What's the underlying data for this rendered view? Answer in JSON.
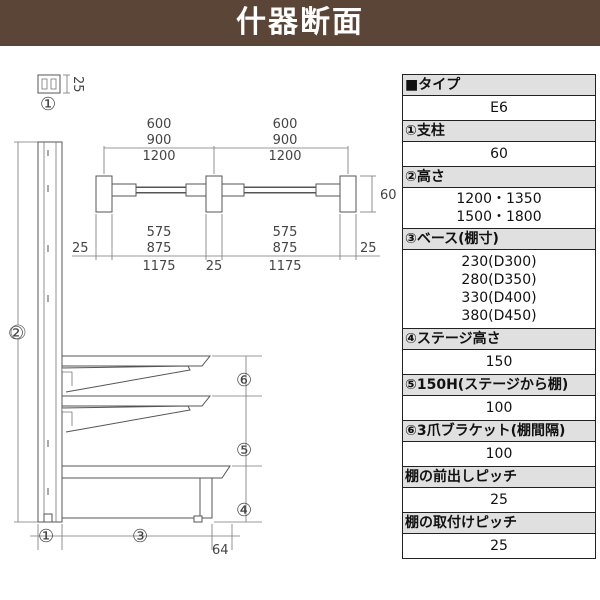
{
  "title": "什器断面",
  "diagram": {
    "post_width": "25",
    "top_widths": [
      "600",
      "900",
      "1200"
    ],
    "bottom_widths": [
      "575",
      "875",
      "1175"
    ],
    "depth_60": "60",
    "end_offset": "25",
    "mid_offset": "25",
    "base_extra": "64",
    "markers": [
      "①",
      "②",
      "③",
      "④",
      "⑤",
      "⑥"
    ]
  },
  "spec": [
    {
      "label": "■タイプ",
      "values": [
        "E6"
      ]
    },
    {
      "label": "①支柱",
      "values": [
        "60"
      ]
    },
    {
      "label": "②高さ",
      "values": [
        "1200・1350",
        "1500・1800"
      ]
    },
    {
      "label": "③ベース(棚寸)",
      "values": [
        "230(D300)",
        "280(D350)",
        "330(D400)",
        "380(D450)"
      ]
    },
    {
      "label": "④ステージ高さ",
      "values": [
        "150"
      ]
    },
    {
      "label": "⑤150H(ステージから棚)",
      "values": [
        "100"
      ]
    },
    {
      "label": "⑥3爪ブラケット(棚間隔)",
      "values": [
        "100"
      ]
    },
    {
      "label": "棚の前出しピッチ",
      "values": [
        "25"
      ]
    },
    {
      "label": "棚の取付けピッチ",
      "values": [
        "25"
      ]
    }
  ]
}
